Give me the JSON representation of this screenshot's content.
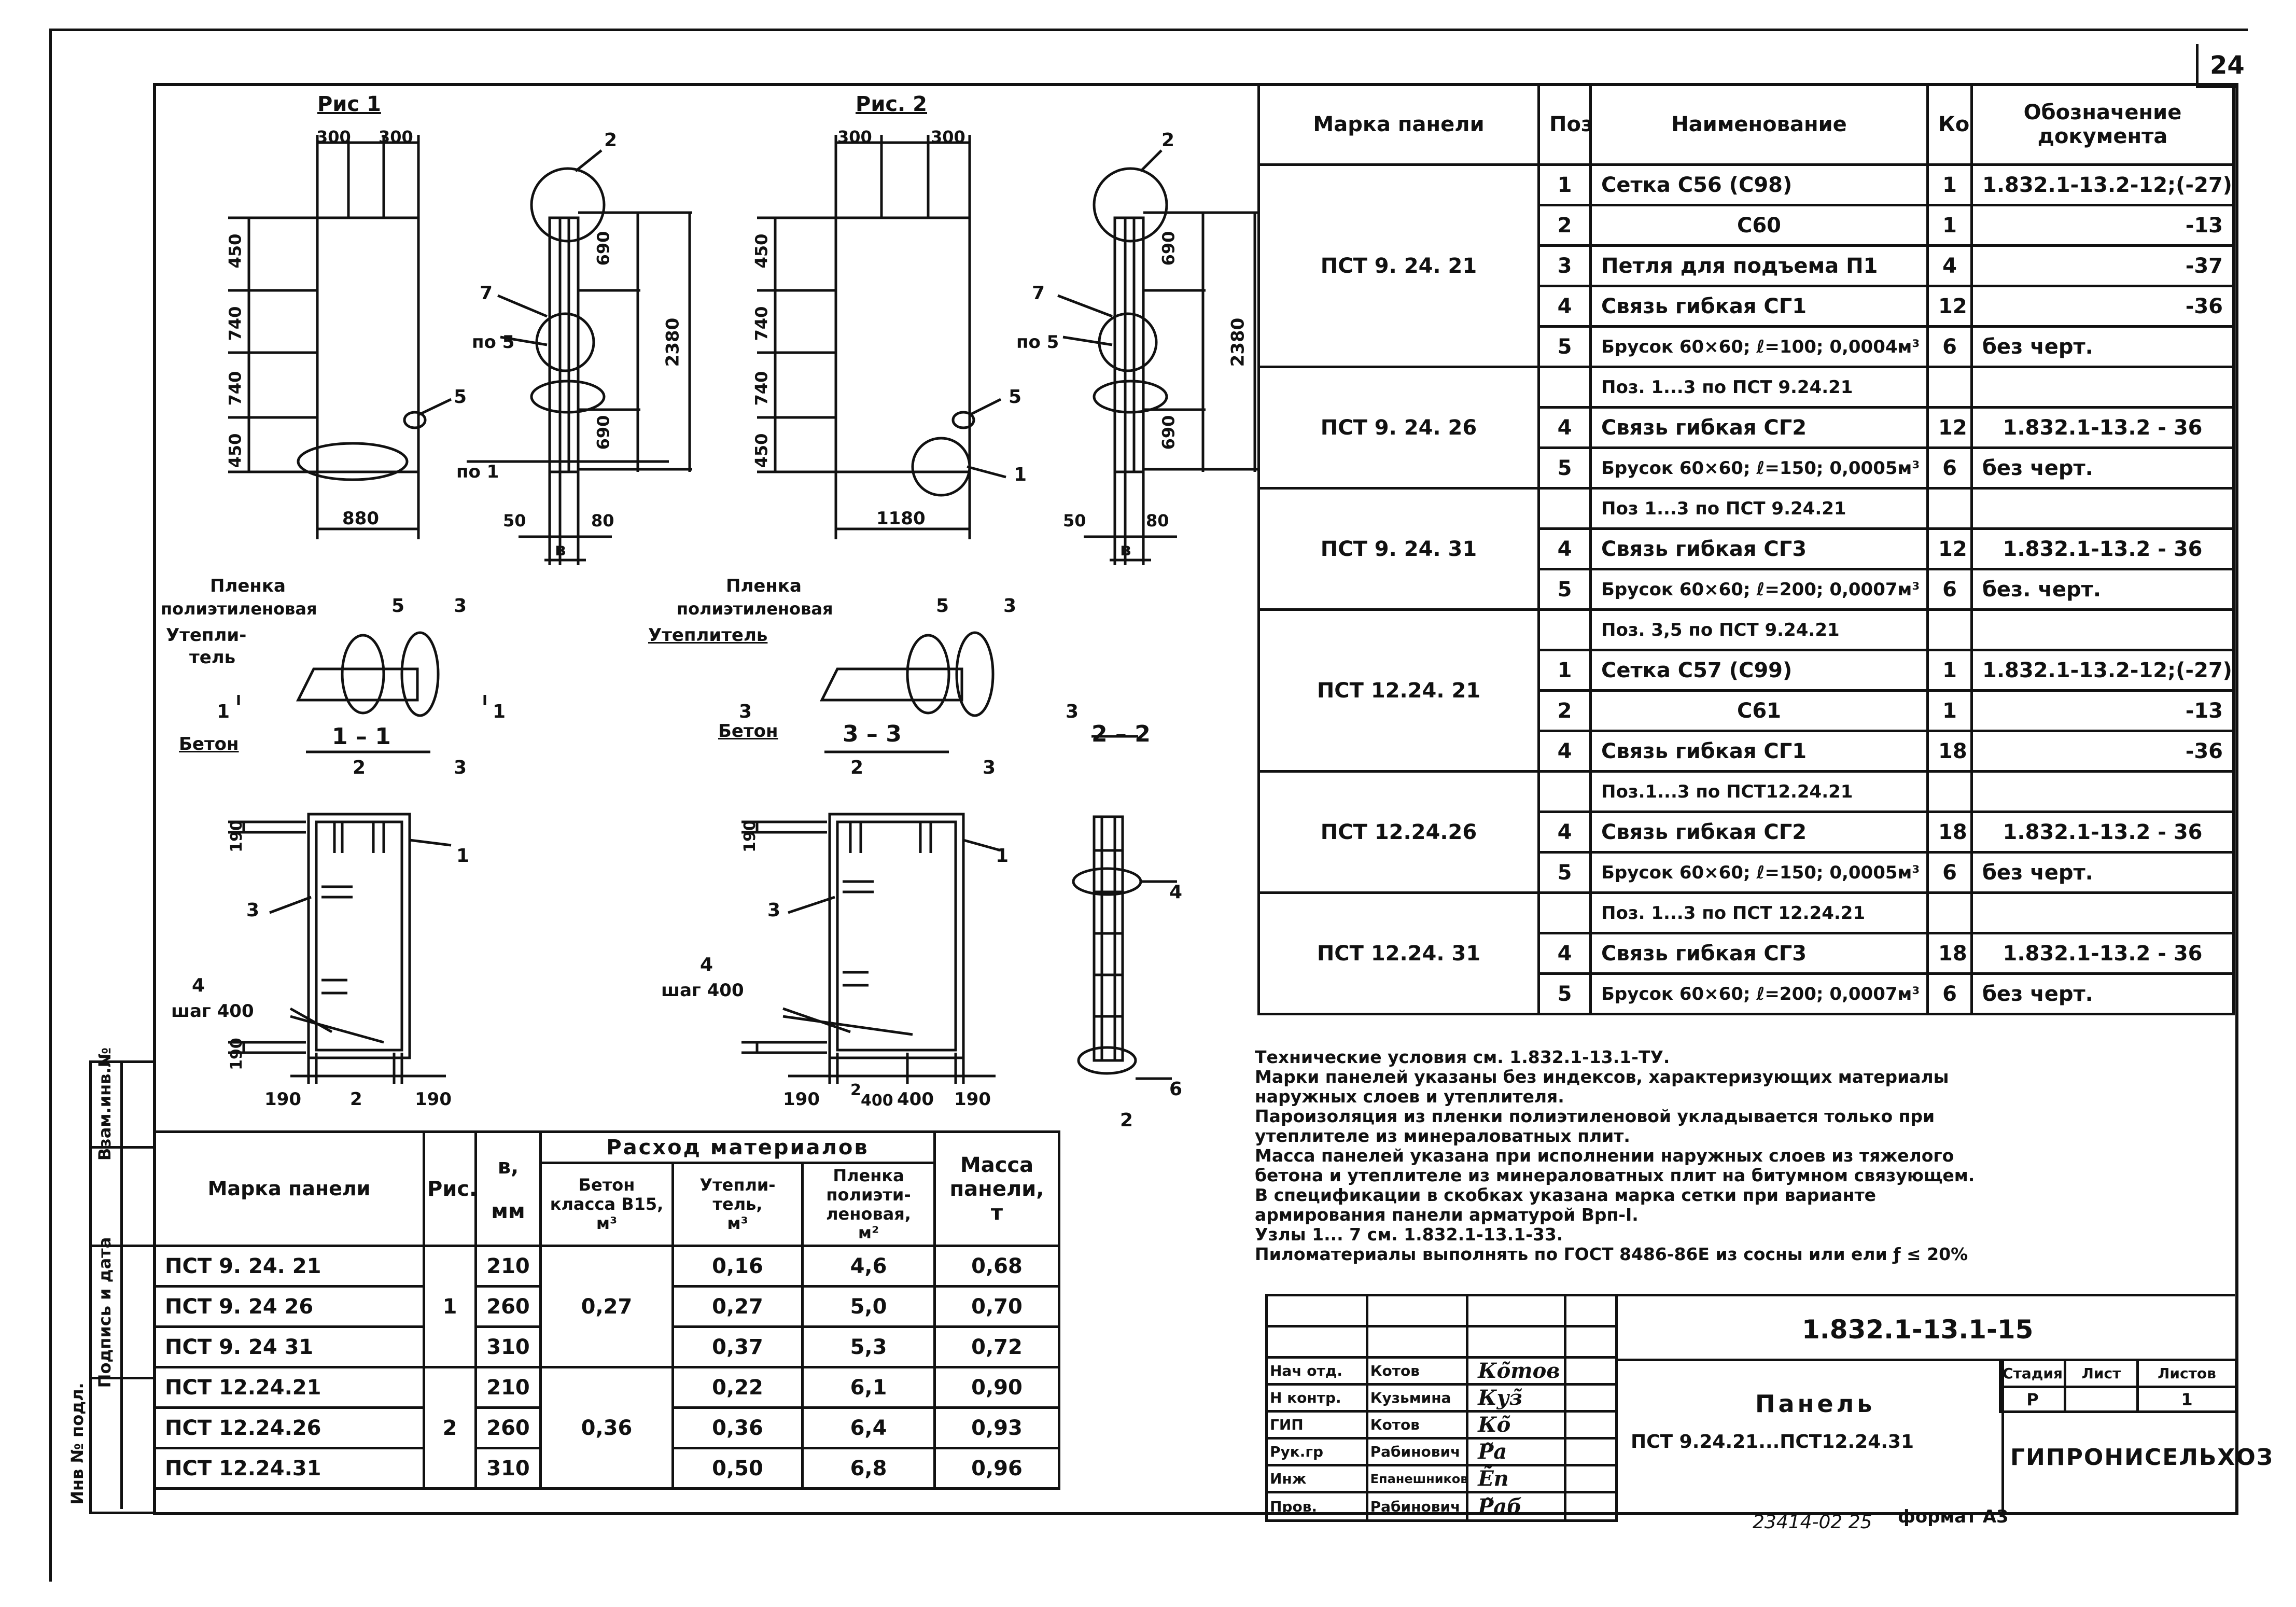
{
  "sheet": {
    "page_number": "24",
    "bottom_note": "23414-02  25",
    "format": "формат А3"
  },
  "side_stamp": {
    "fields": [
      "Инв № подл.",
      "Подпись и дата",
      "Взам.инв.№"
    ]
  },
  "figures": {
    "fig1_title": "Рис 1",
    "fig2_title": "Рис. 2",
    "fig1_dims": {
      "top_a": "300",
      "top_b": "300",
      "v1": "450",
      "v2": "740",
      "v3": "740",
      "v4": "450",
      "width": "880",
      "side_v1": "690",
      "side_total": "2380",
      "side_v2": "690",
      "b50": "50",
      "b80": "80",
      "b": "в"
    },
    "fig2_dims": {
      "top_a": "300",
      "top_b": "300",
      "v1": "450",
      "v2": "740",
      "v3": "740",
      "v4": "450",
      "width": "1180",
      "side_v1": "690",
      "side_total": "2380",
      "side_v2": "690",
      "b50": "50",
      "b80": "80",
      "b": "в"
    },
    "callouts": {
      "n1": "1",
      "n2": "2",
      "n3": "3",
      "n4": "4",
      "n5": "5",
      "n6": "6",
      "n7": "7",
      "poz5": "по 5",
      "poz1": "по 1"
    },
    "layer_labels": {
      "film": "Пленка",
      "film2": "полиэтиленовая",
      "insul1": "Утепли-",
      "insul2": "тель",
      "insul_full": "Утеплитель",
      "concrete": "Бетон"
    },
    "sections": {
      "s11": "1 – 1",
      "s33": "3 – 3",
      "s22": "2 – 2",
      "m1": "1",
      "m3": "3"
    },
    "plan_dims": {
      "d190": "190",
      "step_label": "шаг 400",
      "d2": "2",
      "d400": "400"
    }
  },
  "spec_table": {
    "headers": {
      "mark": "Марка панели",
      "pos": "Поз",
      "name": "Наименование",
      "code": "Код",
      "doc": "Обозначение документа"
    },
    "groups": [
      {
        "mark": "ПСТ 9. 24. 21",
        "rows": [
          {
            "pos": "1",
            "name": "Сетка  С56 (С98)",
            "code": "1",
            "doc": "1.832.1-13.2-12;(-27)"
          },
          {
            "pos": "2",
            "name": "С60",
            "code": "1",
            "doc": "-13"
          },
          {
            "pos": "3",
            "name": "Петля для подъема  П1",
            "code": "4",
            "doc": "-37"
          },
          {
            "pos": "4",
            "name": "Связь гибкая   СГ1",
            "code": "12",
            "doc": "-36"
          },
          {
            "pos": "5",
            "name": "Брусок 60×60; ℓ=100; 0,0004м³",
            "code": "6",
            "doc": "без черт."
          }
        ]
      },
      {
        "mark": "ПСТ 9. 24. 26",
        "rows": [
          {
            "pos": "",
            "name": "Поз. 1...3 по ПСТ 9.24.21",
            "code": "",
            "doc": ""
          },
          {
            "pos": "4",
            "name": "Связь гибкая  СГ2",
            "code": "12",
            "doc": "1.832.1-13.2 - 36"
          },
          {
            "pos": "5",
            "name": "Брусок 60×60; ℓ=150; 0,0005м³",
            "code": "6",
            "doc": "без черт."
          }
        ]
      },
      {
        "mark": "ПСТ 9. 24. 31",
        "rows": [
          {
            "pos": "",
            "name": "Поз 1...3 по ПСТ 9.24.21",
            "code": "",
            "doc": ""
          },
          {
            "pos": "4",
            "name": "Связь гибкая  СГ3",
            "code": "12",
            "doc": "1.832.1-13.2 - 36"
          },
          {
            "pos": "5",
            "name": "Брусок 60×60; ℓ=200; 0,0007м³",
            "code": "6",
            "doc": "без. черт."
          }
        ]
      },
      {
        "mark": "ПСТ 12.24. 21",
        "rows": [
          {
            "pos": "",
            "name": "Поз. 3,5 по ПСТ 9.24.21",
            "code": "",
            "doc": ""
          },
          {
            "pos": "1",
            "name": "Сетка  С57 (С99)",
            "code": "1",
            "doc": "1.832.1-13.2-12;(-27)"
          },
          {
            "pos": "2",
            "name": "С61",
            "code": "1",
            "doc": "-13"
          },
          {
            "pos": "4",
            "name": "Связь гибкая  СГ1",
            "code": "18",
            "doc": "-36"
          }
        ]
      },
      {
        "mark": "ПСТ 12.24.26",
        "rows": [
          {
            "pos": "",
            "name": "Поз.1...3 по ПСТ12.24.21",
            "code": "",
            "doc": ""
          },
          {
            "pos": "4",
            "name": "Связь гибкая  СГ2",
            "code": "18",
            "doc": "1.832.1-13.2 - 36"
          },
          {
            "pos": "5",
            "name": "Брусок 60×60; ℓ=150; 0,0005м³",
            "code": "6",
            "doc": "без черт."
          }
        ]
      },
      {
        "mark": "ПСТ 12.24. 31",
        "rows": [
          {
            "pos": "",
            "name": "Поз. 1...3 по ПСТ 12.24.21",
            "code": "",
            "doc": ""
          },
          {
            "pos": "4",
            "name": "Связь гибкая  СГ3",
            "code": "18",
            "doc": "1.832.1-13.2 - 36"
          },
          {
            "pos": "5",
            "name": "Брусок 60×60; ℓ=200; 0,0007м³",
            "code": "6",
            "doc": "без черт."
          }
        ]
      }
    ]
  },
  "notes": [
    "Технические условия  см. 1.832.1-13.1-ТУ.",
    "Марки панелей указаны без индексов, характеризующих материалы",
    "наружных слоев и утеплителя.",
    "Пароизоляция из пленки полиэтиленовой укладывается только при",
    "утеплителе из минераловатных плит.",
    "Масса панелей указана при исполнении наружных слоев из тяжелого",
    "бетона и утеплителе из минераловатных плит на битумном связующем.",
    "В спецификации в скобках указана марка сетки при варианте",
    "армирования панели арматурой  Врп-I.",
    "Узлы 1... 7 см. 1.832.1-13.1-33.",
    "Пиломатериалы выполнять по ГОСТ 8486-86Е из сосны или ели  ƒ ≤ 20%"
  ],
  "materials_table": {
    "group_header": "Расход   материалов",
    "headers": {
      "mark": "Марка панели",
      "fig": "Рис.",
      "b": "в,",
      "b_unit": "мм",
      "concrete": "Бетон класса В15,",
      "concrete_unit": "м³",
      "insul": "Утепли- тель,",
      "insul_unit": "м³",
      "film": "Пленка полиэти- леновая,",
      "film_unit": "м²",
      "mass": "Масса панели,",
      "mass_unit": "т"
    },
    "fig_values": [
      "1",
      "2"
    ],
    "concrete_values": [
      "0,27",
      "0,36"
    ],
    "rows": [
      {
        "mark": "ПСТ 9. 24. 21",
        "b": "210",
        "insul": "0,16",
        "film": "4,6",
        "mass": "0,68"
      },
      {
        "mark": "ПСТ 9. 24 26",
        "b": "260",
        "insul": "0,27",
        "film": "5,0",
        "mass": "0,70"
      },
      {
        "mark": "ПСТ 9. 24 31",
        "b": "310",
        "insul": "0,37",
        "film": "5,3",
        "mass": "0,72"
      },
      {
        "mark": "ПСТ 12.24.21",
        "b": "210",
        "insul": "0,22",
        "film": "6,1",
        "mass": "0,90"
      },
      {
        "mark": "ПСТ 12.24.26",
        "b": "260",
        "insul": "0,36",
        "film": "6,4",
        "mass": "0,93"
      },
      {
        "mark": "ПСТ 12.24.31",
        "b": "310",
        "insul": "0,50",
        "film": "6,8",
        "mass": "0,96"
      }
    ]
  },
  "title_block": {
    "designation": "1.832.1-13.1-15",
    "title": "Панель",
    "subtitle": "ПСТ 9.24.21...ПСТ12.24.31",
    "stage_label": "Стадия",
    "sheet_label": "Лист",
    "sheets_label": "Листов",
    "stage": "Р",
    "sheet": "",
    "sheets": "1",
    "org": "ГИПРОНИСЕЛЬХОЗ",
    "people": [
      {
        "role": "Нач отд.",
        "name": "Котов"
      },
      {
        "role": "Н контр.",
        "name": "Кузьмина"
      },
      {
        "role": "ГИП",
        "name": "Котов"
      },
      {
        "role": "Рук.гр",
        "name": "Рабинович"
      },
      {
        "role": "Инж",
        "name": "Епанешников"
      },
      {
        "role": "Пров.",
        "name": "Рабинович"
      }
    ]
  }
}
